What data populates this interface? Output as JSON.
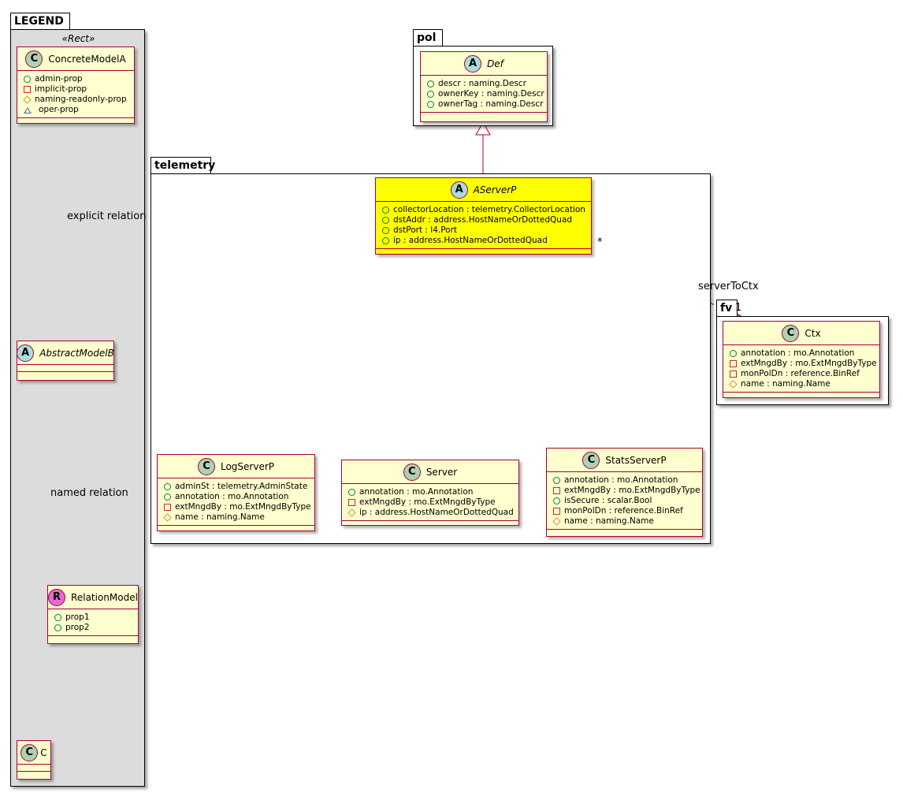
{
  "packages": {
    "legend": {
      "name": "LEGEND"
    },
    "pol": {
      "name": "pol"
    },
    "telemetry": {
      "name": "telemetry"
    },
    "fv": {
      "name": "fv"
    }
  },
  "legend": {
    "stereotype": "«Rect»",
    "concrete_model": {
      "badge": "C",
      "name": "ConcreteModelA",
      "attrs": [
        {
          "vis": "public",
          "text": "admin-prop"
        },
        {
          "vis": "private",
          "text": "implicit-prop"
        },
        {
          "vis": "protected",
          "text": "naming-readonly-prop"
        },
        {
          "vis": "package",
          "text": "oper-prop"
        }
      ]
    },
    "abstract_model": {
      "badge": "A",
      "name": "AbstractModelB"
    },
    "relation_model": {
      "badge": "R",
      "name": "RelationModel",
      "attrs": [
        {
          "vis": "public",
          "text": "prop1"
        },
        {
          "vis": "public",
          "text": "prop2"
        }
      ]
    },
    "c_model": {
      "badge": "C",
      "name": "C"
    },
    "explicit_label": "explicit relation",
    "named_label": "named relation"
  },
  "classes": {
    "def": {
      "badge": "A",
      "name": "Def",
      "attrs": [
        {
          "vis": "public",
          "text": "descr : naming.Descr"
        },
        {
          "vis": "public",
          "text": "ownerKey : naming.Descr"
        },
        {
          "vis": "public",
          "text": "ownerTag : naming.Descr"
        }
      ]
    },
    "aserverp": {
      "badge": "A",
      "name": "AServerP",
      "attrs": [
        {
          "vis": "public",
          "text": "collectorLocation : telemetry.CollectorLocation"
        },
        {
          "vis": "public",
          "text": "dstAddr : address.HostNameOrDottedQuad"
        },
        {
          "vis": "public",
          "text": "dstPort : l4.Port"
        },
        {
          "vis": "public",
          "text": "ip : address.HostNameOrDottedQuad"
        }
      ]
    },
    "logserverp": {
      "badge": "C",
      "name": "LogServerP",
      "attrs": [
        {
          "vis": "public",
          "text": "adminSt : telemetry.AdminState"
        },
        {
          "vis": "public",
          "text": "annotation : mo.Annotation"
        },
        {
          "vis": "private",
          "text": "extMngdBy : mo.ExtMngdByType"
        },
        {
          "vis": "protected",
          "text": "name : naming.Name"
        }
      ]
    },
    "server": {
      "badge": "C",
      "name": "Server",
      "attrs": [
        {
          "vis": "public",
          "text": "annotation : mo.Annotation"
        },
        {
          "vis": "private",
          "text": "extMngdBy : mo.ExtMngdByType"
        },
        {
          "vis": "protected",
          "text": "ip : address.HostNameOrDottedQuad"
        }
      ]
    },
    "statsserverp": {
      "badge": "C",
      "name": "StatsServerP",
      "attrs": [
        {
          "vis": "public",
          "text": "annotation : mo.Annotation"
        },
        {
          "vis": "private",
          "text": "extMngdBy : mo.ExtMngdByType"
        },
        {
          "vis": "public",
          "text": "isSecure : scalar.Bool"
        },
        {
          "vis": "private",
          "text": "monPolDn : reference.BinRef"
        },
        {
          "vis": "protected",
          "text": "name : naming.Name"
        }
      ]
    },
    "ctx": {
      "badge": "C",
      "name": "Ctx",
      "attrs": [
        {
          "vis": "public",
          "text": "annotation : mo.Annotation"
        },
        {
          "vis": "private",
          "text": "extMngdBy : mo.ExtMngdByType"
        },
        {
          "vis": "private",
          "text": "monPolDn : reference.BinRef"
        },
        {
          "vis": "protected",
          "text": "name : naming.Name"
        }
      ]
    }
  },
  "relations": {
    "server_to_ctx": {
      "label": "serverToCtx",
      "source_mult": "*",
      "target_mult": "1"
    }
  },
  "colors": {
    "class_fill": "#fefece",
    "class_border": "#a80036",
    "highlight_fill": "#ffff00",
    "legend_fill": "#dcdcdc",
    "edge": "#a80036"
  }
}
